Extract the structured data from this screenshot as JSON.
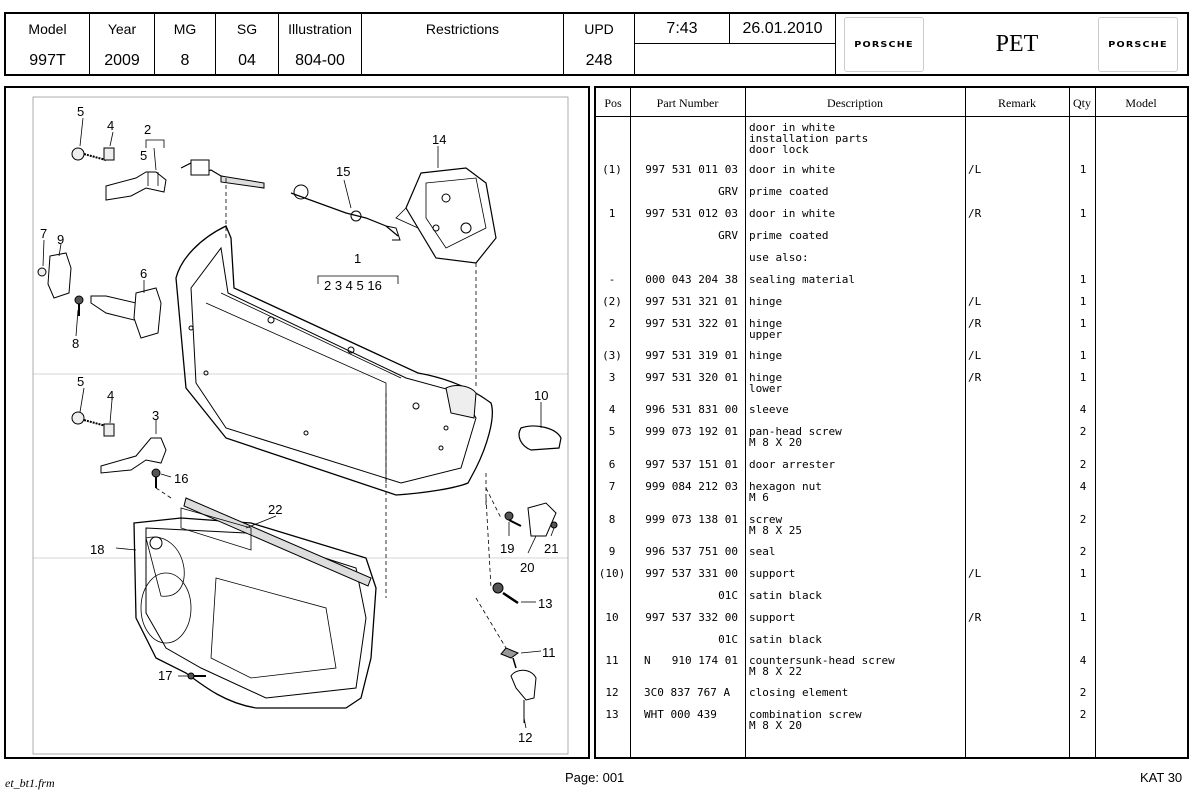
{
  "header": {
    "model": {
      "label": "Model",
      "value": "997T"
    },
    "year": {
      "label": "Year",
      "value": "2009"
    },
    "mg": {
      "label": "MG",
      "value": "8"
    },
    "sg": {
      "label": "SG",
      "value": "04"
    },
    "illustration": {
      "label": "Illustration",
      "value": "804-00"
    },
    "restrictions": {
      "label": "Restrictions",
      "value": ""
    },
    "upd": {
      "label": "UPD",
      "value": "248"
    },
    "time": "7:43",
    "date": "26.01.2010",
    "logo_left": "PORSCHE",
    "app_name": "PET",
    "logo_right": "PORSCHE"
  },
  "table": {
    "headers": {
      "pos": "Pos",
      "part_number": "Part Number",
      "description": "Description",
      "remark": "Remark",
      "qty": "Qty",
      "model": "Model"
    },
    "rows": [
      {
        "pos": "",
        "pn": "",
        "sfx": "",
        "desc": "door in white\ninstallation parts\ndoor lock",
        "remark": "",
        "qty": ""
      },
      {
        "pos": "(1)",
        "pn": "",
        "sfx": "997 531 011 03",
        "desc": "door in white",
        "remark": "/L",
        "qty": "1"
      },
      {
        "pos": "",
        "pn": "",
        "sfx": "GRV",
        "desc": "prime coated",
        "remark": "",
        "qty": ""
      },
      {
        "pos": "1",
        "pn": "",
        "sfx": "997 531 012 03",
        "desc": "door in white",
        "remark": "/R",
        "qty": "1"
      },
      {
        "pos": "",
        "pn": "",
        "sfx": "GRV",
        "desc": "prime coated",
        "remark": "",
        "qty": ""
      },
      {
        "pos": "",
        "pn": "",
        "sfx": "",
        "desc": "use also:",
        "remark": "",
        "qty": ""
      },
      {
        "pos": "-",
        "pn": "",
        "sfx": "000 043 204 38",
        "desc": "sealing material",
        "remark": "",
        "qty": "1"
      },
      {
        "pos": "(2)",
        "pn": "",
        "sfx": "997 531 321 01",
        "desc": "hinge",
        "remark": "/L",
        "qty": "1"
      },
      {
        "pos": "2",
        "pn": "",
        "sfx": "997 531 322 01",
        "desc": "hinge\nupper",
        "remark": "/R",
        "qty": "1"
      },
      {
        "pos": "(3)",
        "pn": "",
        "sfx": "997 531 319 01",
        "desc": "hinge",
        "remark": "/L",
        "qty": "1"
      },
      {
        "pos": "3",
        "pn": "",
        "sfx": "997 531 320 01",
        "desc": "hinge\nlower",
        "remark": "/R",
        "qty": "1"
      },
      {
        "pos": "4",
        "pn": "",
        "sfx": "996 531 831 00",
        "desc": "sleeve",
        "remark": "",
        "qty": "4"
      },
      {
        "pos": "5",
        "pn": "",
        "sfx": "999 073 192 01",
        "desc": "pan-head screw\nM 8 X 20",
        "remark": "",
        "qty": "2"
      },
      {
        "pos": "6",
        "pn": "",
        "sfx": "997 537 151 01",
        "desc": "door arrester",
        "remark": "",
        "qty": "2"
      },
      {
        "pos": "7",
        "pn": "",
        "sfx": "999 084 212 03",
        "desc": "hexagon nut\nM 6",
        "remark": "",
        "qty": "4"
      },
      {
        "pos": "8",
        "pn": "",
        "sfx": "999 073 138 01",
        "desc": "screw\nM 8 X 25",
        "remark": "",
        "qty": "2"
      },
      {
        "pos": "9",
        "pn": "",
        "sfx": "996 537 751 00",
        "desc": "seal",
        "remark": "",
        "qty": "2"
      },
      {
        "pos": "(10)",
        "pn": "",
        "sfx": "997 537 331 00",
        "desc": "support",
        "remark": "/L",
        "qty": "1"
      },
      {
        "pos": "",
        "pn": "",
        "sfx": "01C",
        "desc": "satin black",
        "remark": "",
        "qty": ""
      },
      {
        "pos": "10",
        "pn": "",
        "sfx": "997 537 332 00",
        "desc": "support",
        "remark": "/R",
        "qty": "1"
      },
      {
        "pos": "",
        "pn": "",
        "sfx": "01C",
        "desc": "satin black",
        "remark": "",
        "qty": ""
      },
      {
        "pos": "11",
        "pn": "N",
        "sfx": "910 174 01",
        "desc": "countersunk-head screw\nM 8 X 22",
        "remark": "",
        "qty": "4"
      },
      {
        "pos": "12",
        "pn": "3C0 837 767 A",
        "sfx": "",
        "desc": "closing element",
        "remark": "",
        "qty": "2"
      },
      {
        "pos": "13",
        "pn": "WHT 000 439",
        "sfx": "",
        "desc": "combination screw\nM 8 X 20",
        "remark": "",
        "qty": "2"
      }
    ]
  },
  "illustration": {
    "callouts": [
      "1",
      "2",
      "3",
      "4",
      "5",
      "6",
      "7",
      "8",
      "9",
      "10",
      "11",
      "12",
      "13",
      "14",
      "15",
      "16",
      "17",
      "18",
      "19",
      "20",
      "21",
      "22"
    ],
    "group_labels": {
      "g2": "5",
      "g1": "2 3 4 5 16"
    }
  },
  "footer": {
    "file": "et_bt1.frm",
    "page": "Page: 001",
    "kat": "KAT 30"
  }
}
